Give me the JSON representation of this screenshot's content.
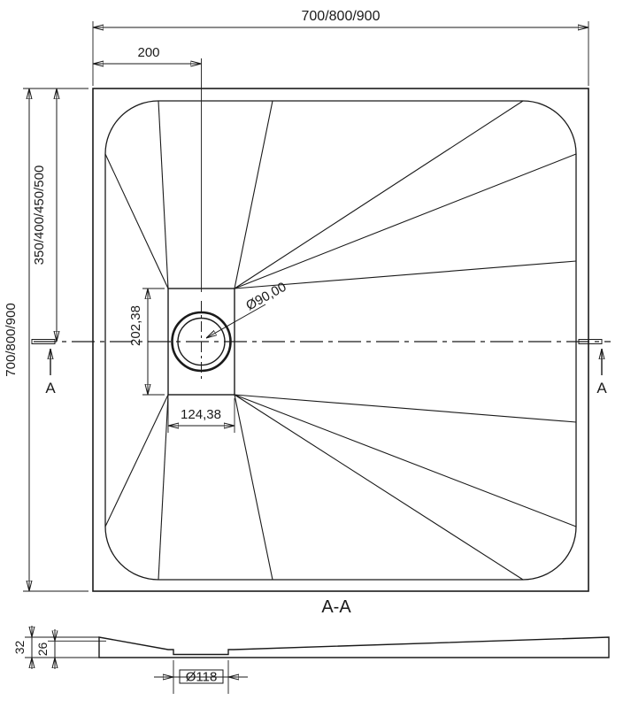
{
  "colors": {
    "accent_orange": "#E8A33B",
    "line": "#1a1a1a"
  },
  "top_view": {
    "dim_width": "700/800/900",
    "dim_height": "700/800/900",
    "dim_half_height": "350/400/450/500",
    "dim_offset": "200",
    "drain": {
      "dim_height": "202,38",
      "dim_width": "124,38",
      "dim_diameter": "Ø90,00"
    },
    "section_marker_left": "A",
    "section_marker_right": "A"
  },
  "section_view": {
    "title": "A-A",
    "dim_total_thickness": "32",
    "dim_inner_thickness": "26",
    "dim_drain_hole": "Ø118"
  }
}
